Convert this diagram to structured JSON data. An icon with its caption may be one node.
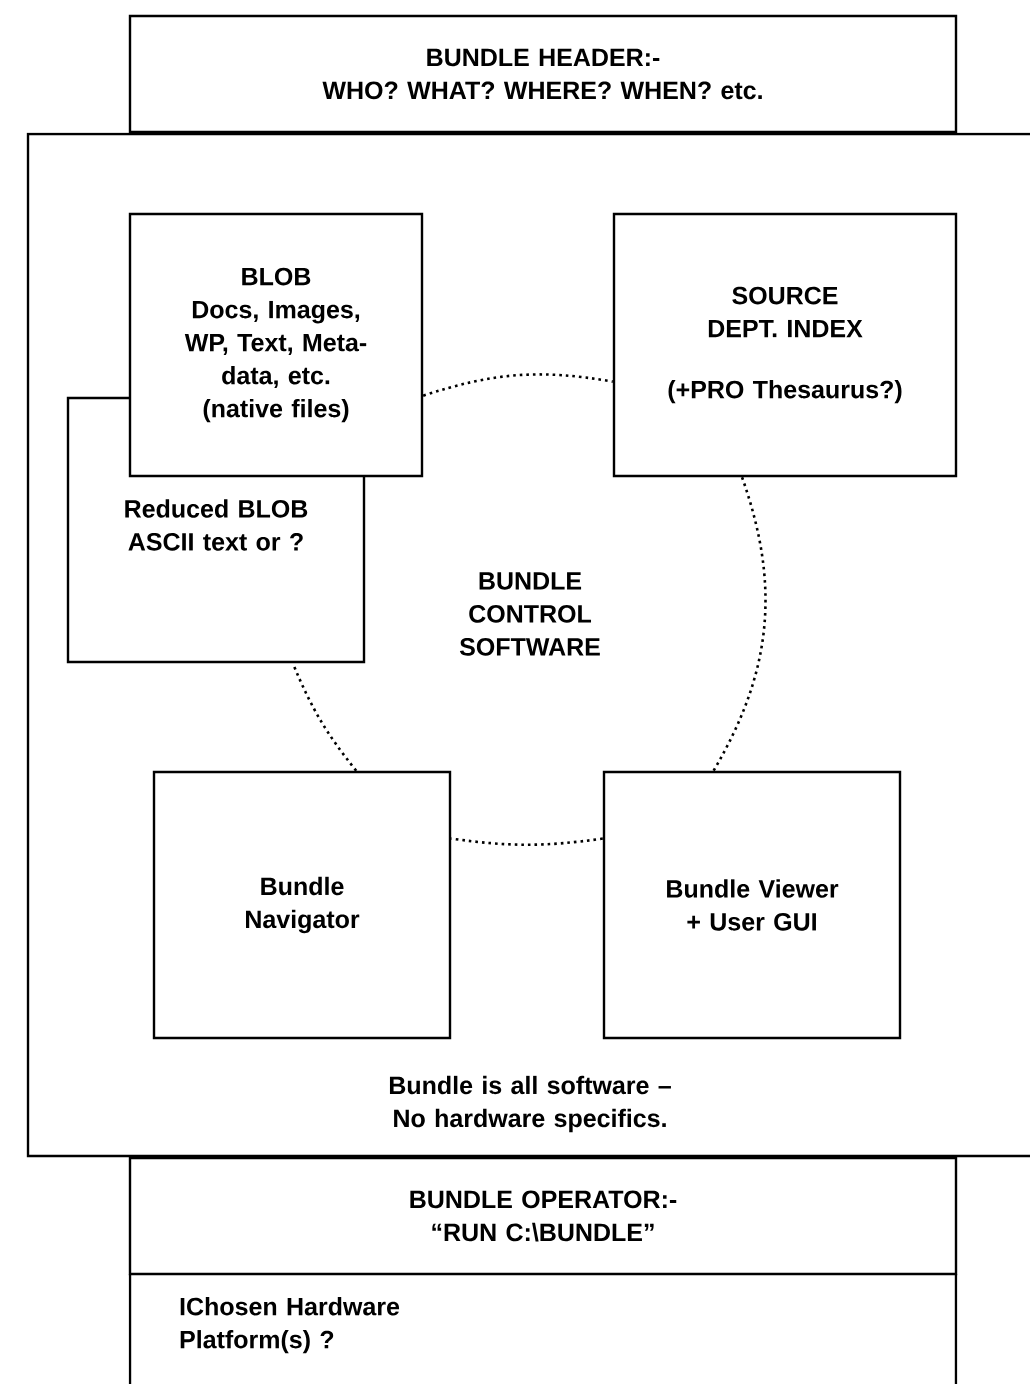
{
  "diagram": {
    "nodes": [
      {
        "text": [
          "BUNDLE HEADER:-",
          "WHO? WHAT? WHERE? WHEN? etc."
        ]
      },
      {
        "text": [
          "BUNDLE CONTROL SOFTWARE",
          "Bundle is all software – No hardware specifics."
        ]
      },
      {
        "text": [
          "BLOB",
          "Docs, Images, WP, Text, Meta-data, etc. (native files)"
        ],
        "in": 1
      },
      {
        "text": [
          "SOURCE DEPT. INDEX",
          "(+PRO Thesaurus?)"
        ],
        "in": 1
      },
      {
        "text": [
          "Reduced BLOB ASCII text or ?"
        ],
        "in": 1
      },
      {
        "text": [
          "Bundle Navigator"
        ],
        "in": 1
      },
      {
        "text": [
          "Bundle Viewer + User GUI"
        ],
        "in": 1
      },
      {
        "text": [
          "BUNDLE OPERATOR:-",
          "“RUN C:\\BUNDLE”"
        ]
      },
      {
        "text": [
          "IChosen Hardware Platform(s) ?"
        ]
      }
    ],
    "edges": [
      {
        "from": 2,
        "to": 3,
        "arrow": "none"
      },
      {
        "from": 3,
        "to": 6,
        "arrow": "none"
      },
      {
        "from": 6,
        "to": 5,
        "arrow": "none"
      },
      {
        "from": 5,
        "to": 4,
        "arrow": "none"
      }
    ]
  }
}
